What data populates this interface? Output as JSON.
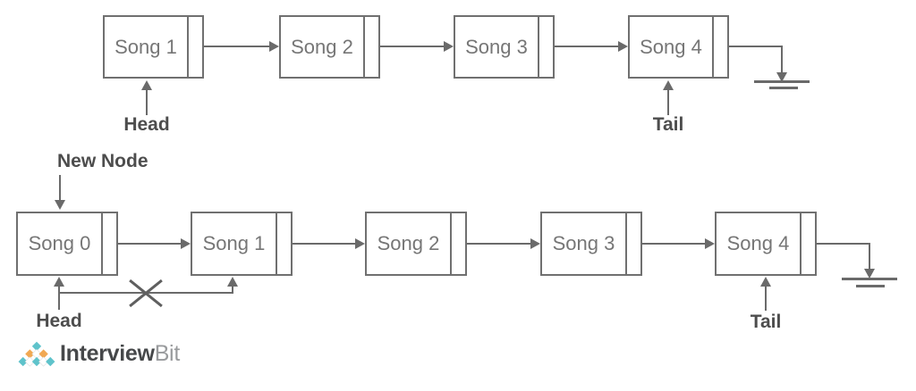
{
  "diagram": {
    "top_list": {
      "nodes": [
        "Song 1",
        "Song 2",
        "Song 3",
        "Song 4"
      ],
      "head_label": "Head",
      "tail_label": "Tail"
    },
    "bottom_list": {
      "new_node_label": "New Node",
      "nodes": [
        "Song 0",
        "Song 1",
        "Song 2",
        "Song 3",
        "Song 4"
      ],
      "head_label": "Head",
      "tail_label": "Tail"
    }
  },
  "logo": {
    "brand_primary": "Interview",
    "brand_secondary": "Bit"
  },
  "colors": {
    "line": "#6a6a6a",
    "box_border": "#707070",
    "node_text": "#767676",
    "label_text": "#4d4d4d",
    "logo_teal": "#5fc3cb",
    "logo_orange": "#f1a852",
    "logo_white": "#ffffff"
  }
}
